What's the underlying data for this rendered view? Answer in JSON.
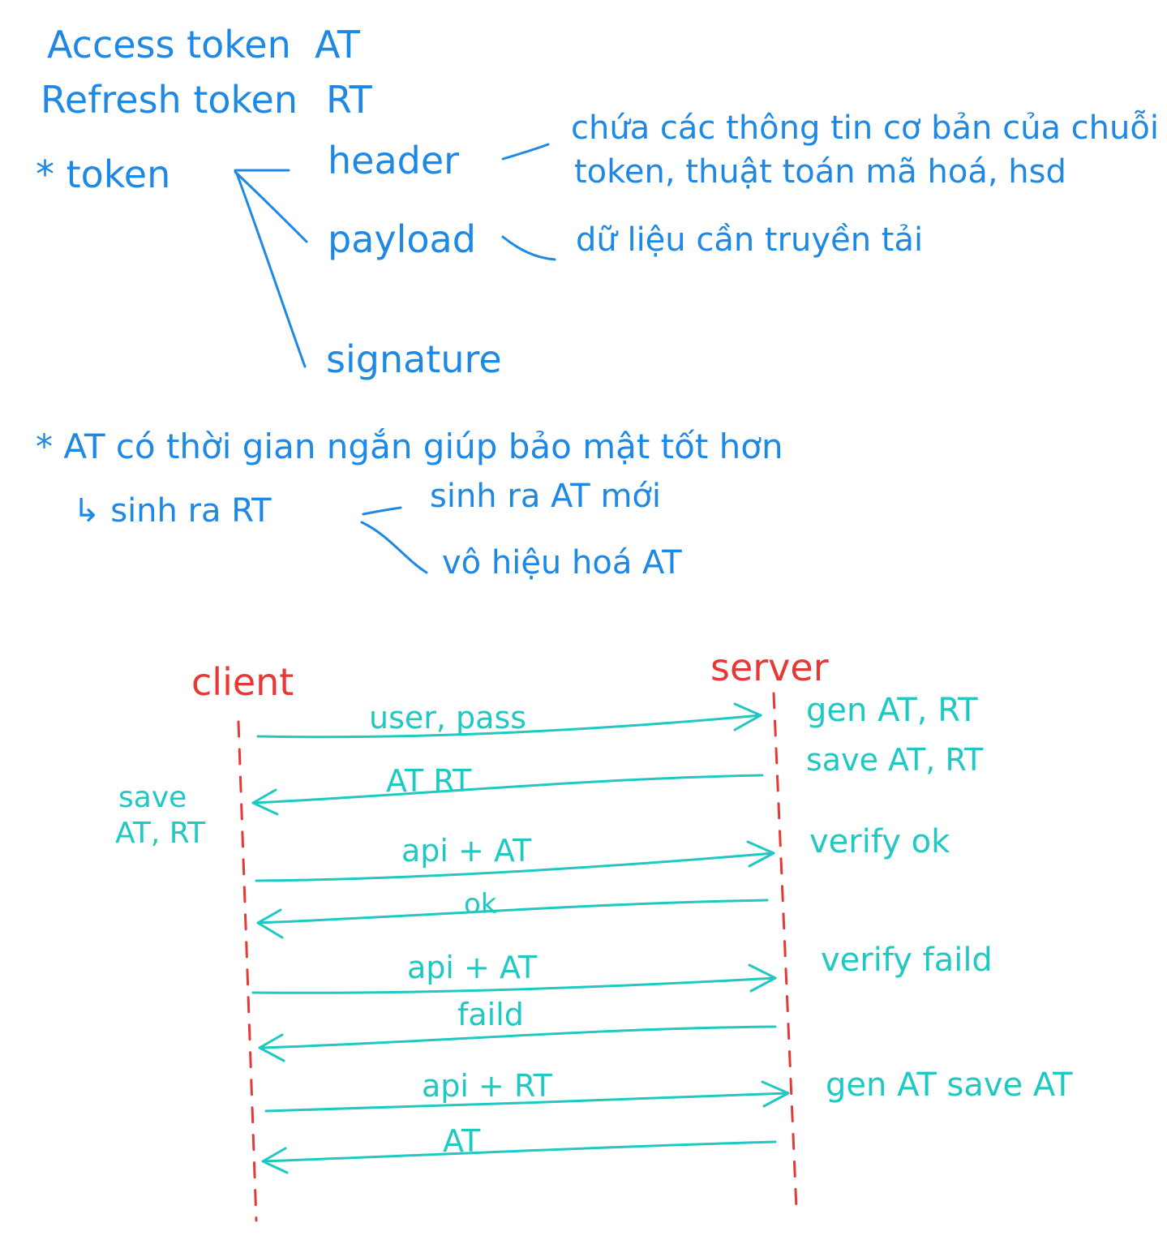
{
  "colors": {
    "notes": "#1e88e5",
    "flow": "#1fc9c2",
    "actors": "#e53935"
  },
  "notes": {
    "access_token": "Access token",
    "access_token_abbr": "AT",
    "refresh_token": "Refresh token",
    "refresh_token_abbr": "RT",
    "token_label": "* token",
    "parts": {
      "header": "header",
      "payload": "payload",
      "signature": "signature"
    },
    "header_desc_line1": "chứa các thông tin cơ bản của chuỗi",
    "header_desc_line2": "token, thuật toán mã hoá, hsd",
    "payload_desc": "dữ liệu cần truyền tải",
    "at_note": "* AT có thời gian ngắn giúp bảo mật tốt hơn",
    "rt_branch": "↳ sinh ra RT",
    "rt_use_1": "sinh ra AT mới",
    "rt_use_2": "vô hiệu hoá AT"
  },
  "sequence": {
    "client": "client",
    "server": "server",
    "client_note_1": "save",
    "client_note_2": "AT, RT",
    "messages": [
      "user, pass",
      "AT RT",
      "api + AT",
      "ok",
      "api + AT",
      "faild",
      "api + RT",
      "AT"
    ],
    "server_notes": [
      "gen AT, RT",
      "save AT, RT",
      "verify ok",
      "verify faild",
      "gen AT save AT"
    ]
  }
}
